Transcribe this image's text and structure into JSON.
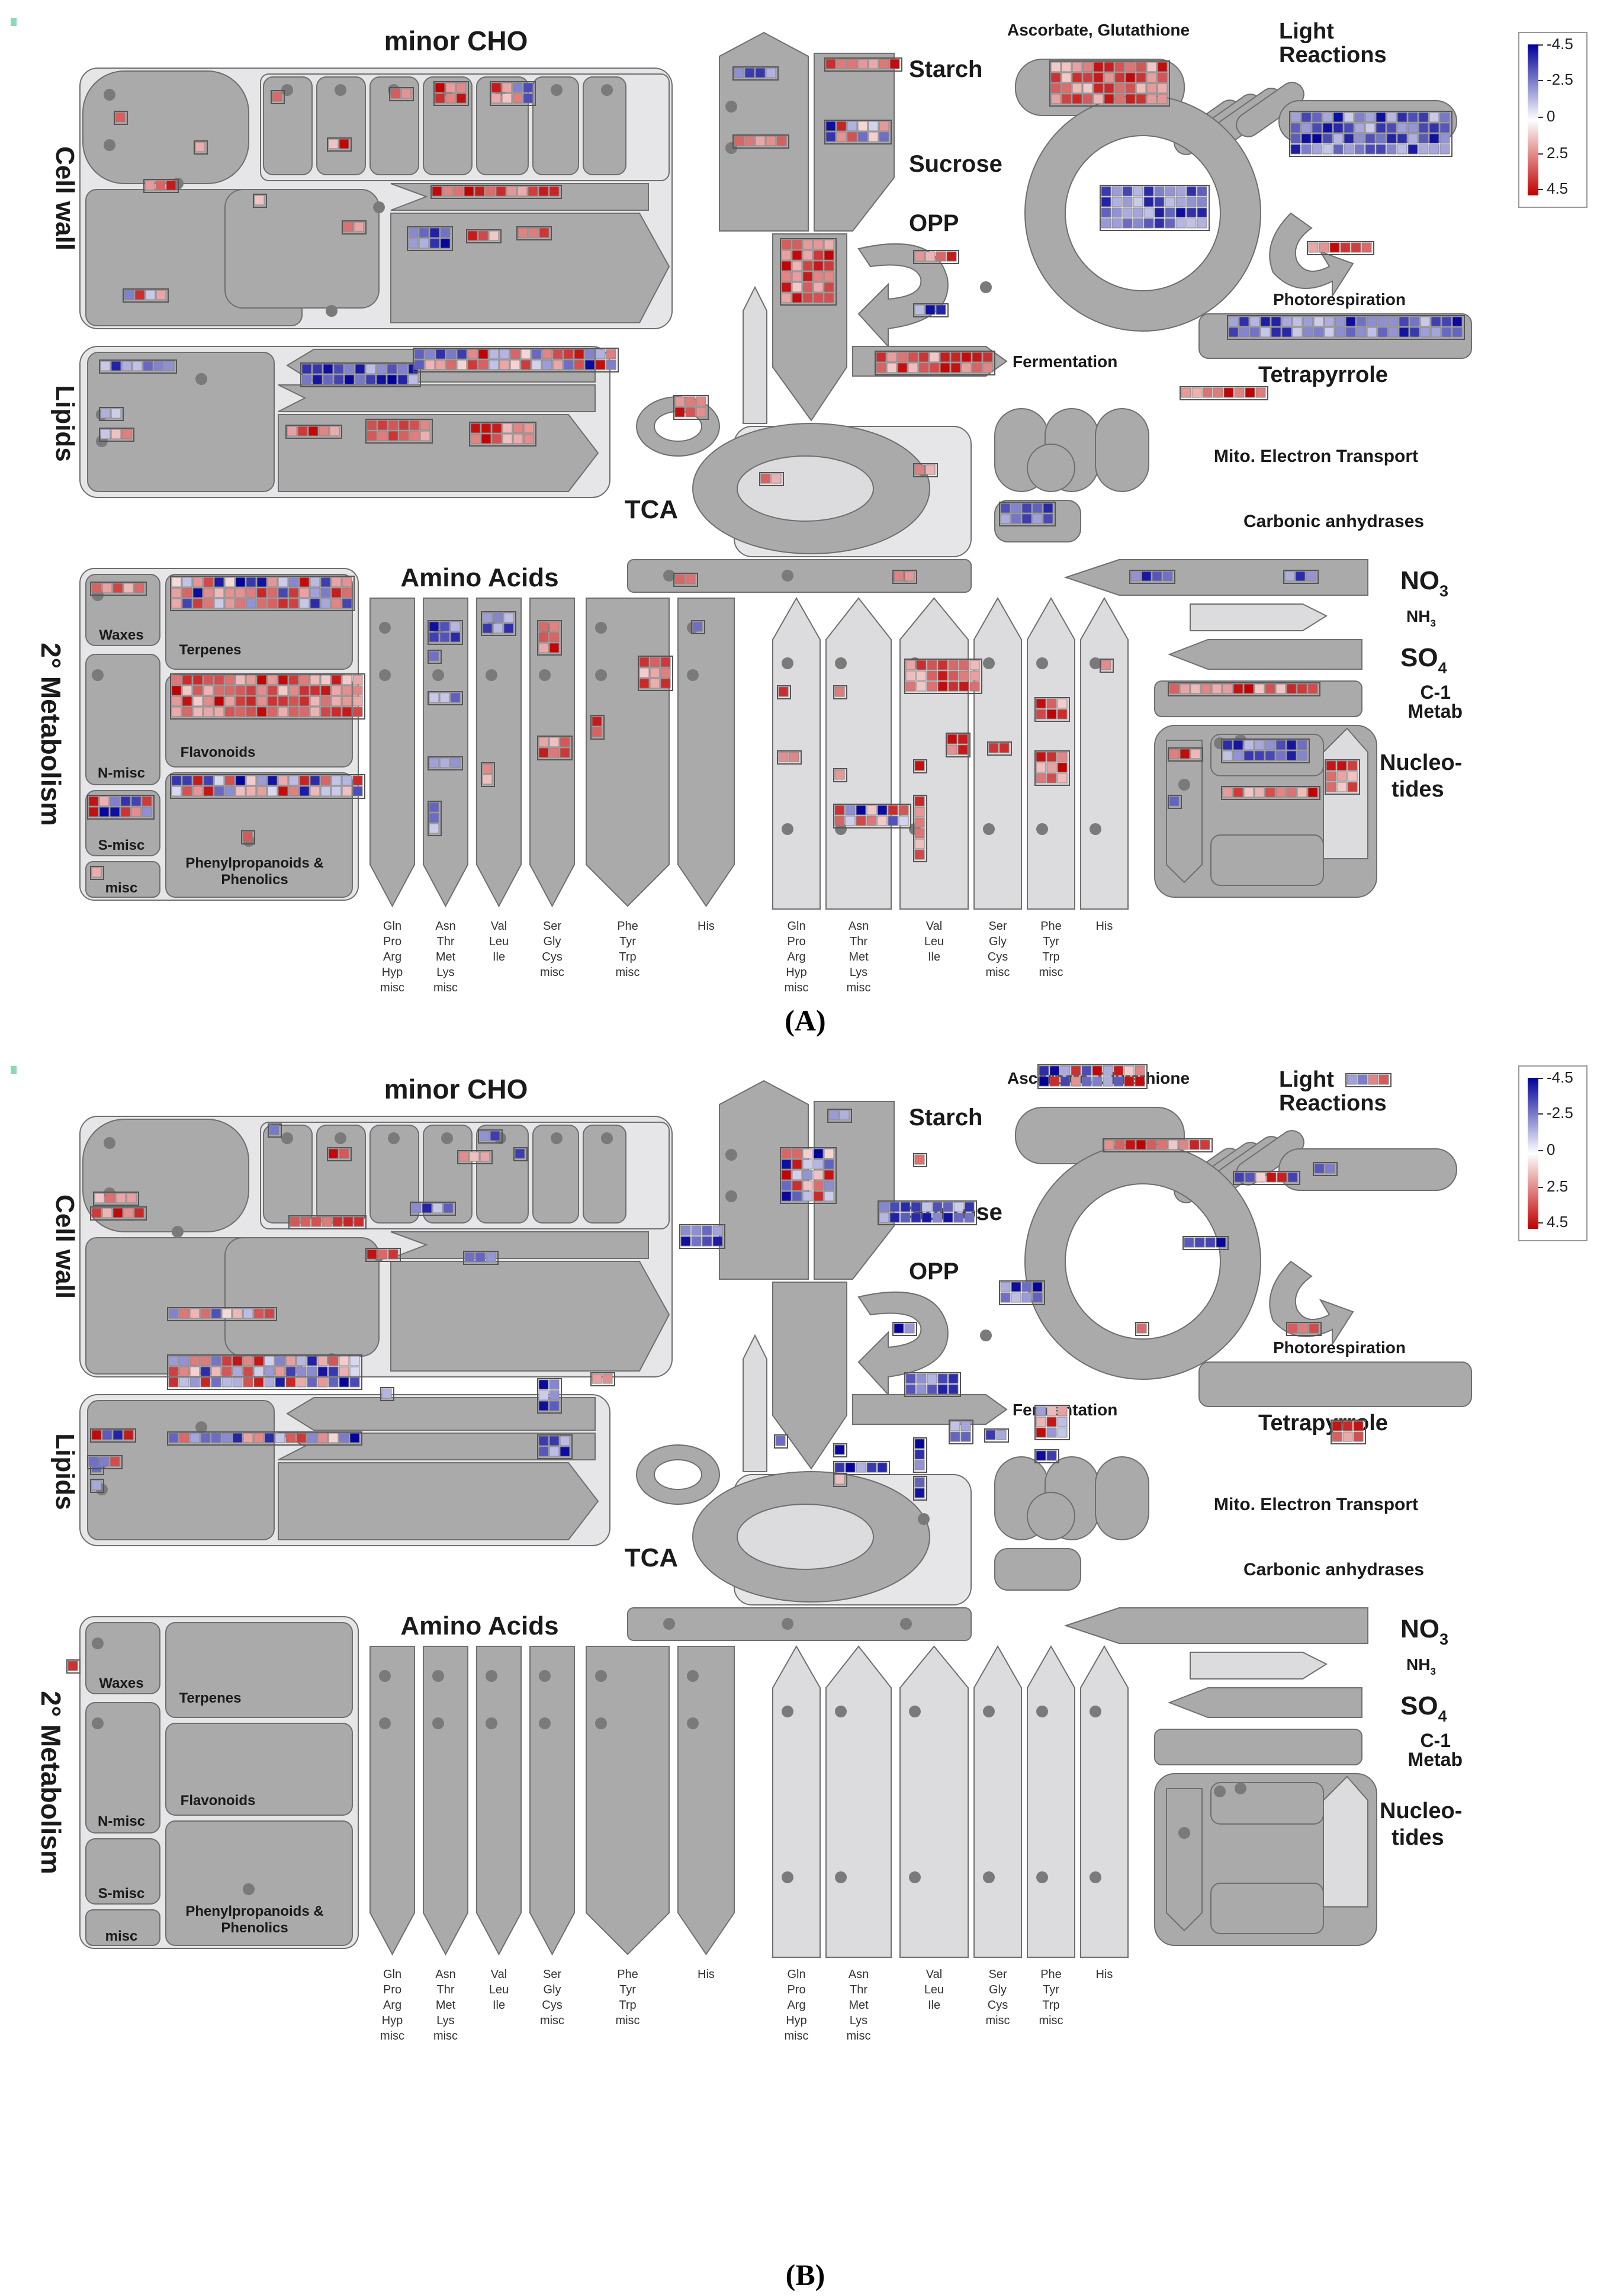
{
  "colors": {
    "high": "#c00000",
    "zero": "#ffffff",
    "low": "#000099",
    "shape": "#aaaaaa",
    "shape_stroke": "#6f6f6f",
    "bg_region": "#e6e6e9",
    "light_shape": "#dcdcdf",
    "dot": "#7a7a7a"
  },
  "legend": {
    "ticks": [
      "-4.5",
      "-2.5",
      "0",
      "2.5",
      "4.5"
    ]
  },
  "panels": [
    {
      "id": "A",
      "caption": "(A)",
      "labels": {
        "minor_cho": "minor CHO",
        "cell_wall": "Cell wall",
        "lipids": "Lipids",
        "secondary_metabolism": "2° Metabolism",
        "starch": "Starch",
        "sucrose": "Sucrose",
        "opp": "OPP",
        "ascorbate": "Ascorbate, Glutathione",
        "light_reactions_1": "Light",
        "light_reactions_2": "Reactions",
        "photorespiration": "Photorespiration",
        "tetrapyrrole": "Tetrapyrrole",
        "fermentation": "Fermentation",
        "mito": "Mito. Electron Transport",
        "tca": "TCA",
        "carbonic": "Carbonic anhydrases",
        "amino_acids": "Amino Acids",
        "no3": "NO",
        "no3_sub": "3",
        "nh3": "NH",
        "nh3_sub": "3",
        "so4": "SO",
        "so4_sub": "4",
        "c1_1": "C-1",
        "c1_2": "Metab",
        "nucleotides_1": "Nucleo-",
        "nucleotides_2": "tides",
        "waxes": "Waxes",
        "terpenes": "Terpenes",
        "flavonoids": "Flavonoids",
        "n_misc": "N-misc",
        "s_misc": "S-misc",
        "misc": "misc",
        "phenyl_1": "Phenylpropanoids &",
        "phenyl_2": "Phenolics"
      },
      "aa_groups_synth": [
        [
          "Gln",
          "Pro",
          "Arg",
          "Hyp",
          "misc"
        ],
        [
          "Asn",
          "Thr",
          "Met",
          "Lys",
          "misc"
        ],
        [
          "Val",
          "Leu",
          "Ile"
        ],
        [
          "Ser",
          "Gly",
          "Cys",
          "misc"
        ],
        [
          "Phe",
          "Tyr",
          "Trp",
          "misc"
        ],
        [
          "His"
        ]
      ],
      "aa_groups_deg": [
        [
          "Gln",
          "Pro",
          "Arg",
          "Hyp",
          "misc"
        ],
        [
          "Asn",
          "Thr",
          "Met",
          "Lys",
          "misc"
        ],
        [
          "Val",
          "Leu",
          "Ile"
        ],
        [
          "Ser",
          "Gly",
          "Cys",
          "misc"
        ],
        [
          "Phe",
          "Tyr",
          "Trp",
          "misc"
        ],
        [
          "His"
        ]
      ]
    },
    {
      "id": "B",
      "caption": "(B)",
      "labels": {
        "minor_cho": "minor CHO",
        "cell_wall": "Cell wall",
        "lipids": "Lipids",
        "secondary_metabolism": "2° Metabolism",
        "starch": "Starch",
        "sucrose": "Sucrose",
        "opp": "OPP",
        "ascorbate": "Ascorbate, Glutathione",
        "light_reactions_1": "Light",
        "light_reactions_2": "Reactions",
        "photorespiration": "Photorespiration",
        "tetrapyrrole": "Tetrapyrrole",
        "fermentation": "Fermentation",
        "mito": "Mito. Electron Transport",
        "tca": "TCA",
        "carbonic": "Carbonic anhydrases",
        "amino_acids": "Amino Acids",
        "no3": "NO",
        "no3_sub": "3",
        "nh3": "NH",
        "nh3_sub": "3",
        "so4": "SO",
        "so4_sub": "4",
        "c1_1": "C-1",
        "c1_2": "Metab",
        "nucleotides_1": "Nucleo-",
        "nucleotides_2": "tides",
        "waxes": "Waxes",
        "terpenes": "Terpenes",
        "flavonoids": "Flavonoids",
        "n_misc": "N-misc",
        "s_misc": "S-misc",
        "misc": "misc",
        "phenyl_1": "Phenylpropanoids &",
        "phenyl_2": "Phenolics"
      },
      "aa_groups_synth": [
        [
          "Gln",
          "Pro",
          "Arg",
          "Hyp",
          "misc"
        ],
        [
          "Asn",
          "Thr",
          "Met",
          "Lys",
          "misc"
        ],
        [
          "Val",
          "Leu",
          "Ile"
        ],
        [
          "Ser",
          "Gly",
          "Cys",
          "misc"
        ],
        [
          "Phe",
          "Tyr",
          "Trp",
          "misc"
        ],
        [
          "His"
        ]
      ],
      "aa_groups_deg": [
        [
          "Gln",
          "Pro",
          "Arg",
          "Hyp",
          "misc"
        ],
        [
          "Asn",
          "Thr",
          "Met",
          "Lys",
          "misc"
        ],
        [
          "Val",
          "Leu",
          "Ile"
        ],
        [
          "Ser",
          "Gly",
          "Cys",
          "misc"
        ],
        [
          "Phe",
          "Tyr",
          "Trp",
          "misc"
        ],
        [
          "His"
        ]
      ]
    }
  ]
}
